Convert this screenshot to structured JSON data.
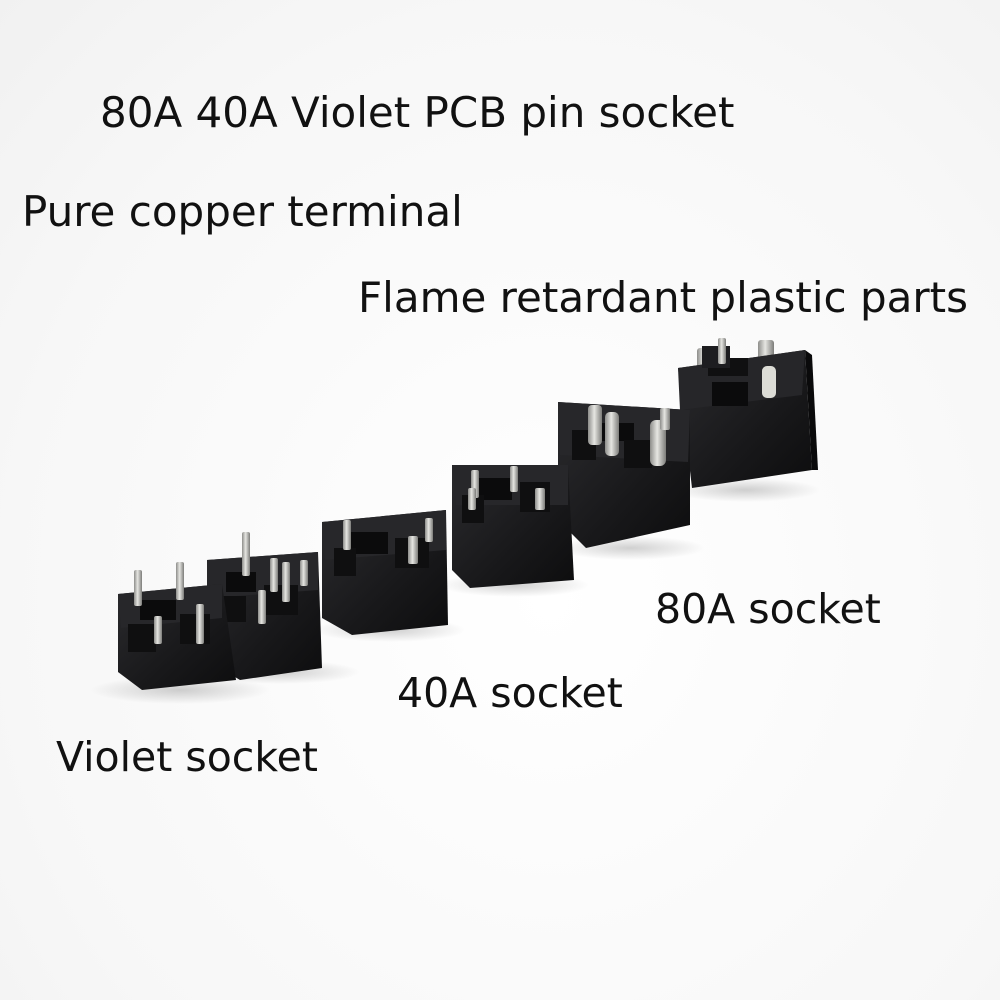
{
  "title": "80A 40A  Violet PCB pin socket",
  "features": {
    "copper": "Pure copper terminal",
    "plastic": "Flame retardant plastic parts"
  },
  "labels": {
    "socket_80a": "80A socket",
    "socket_40a": "40A socket",
    "socket_violet": "Violet socket"
  },
  "colors": {
    "plastic": "#1c1c1e",
    "plastic_shade": "#0c0c0d",
    "plastic_highlight": "#3a3a3d",
    "terminal": "#c9c9c6",
    "text": "#111111",
    "background": "#ffffff"
  }
}
